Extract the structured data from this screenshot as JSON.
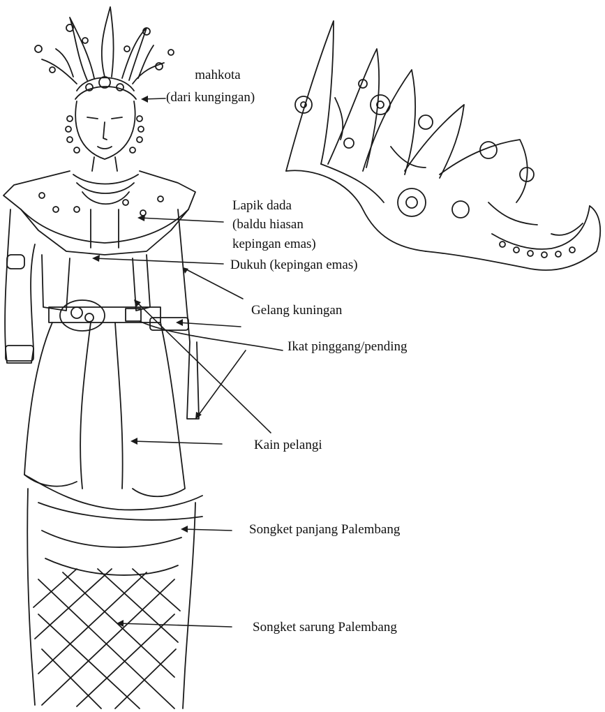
{
  "labels": {
    "mahkota": "mahkota",
    "mahkota_sub": "(dari kungingan)",
    "lapik_1": "Lapik dada",
    "lapik_2": "(baldu hiasan",
    "lapik_3": "kepingan emas)",
    "dukuh": "Dukuh (kepingan emas)",
    "gelang": "Gelang kuningan",
    "ikat": "Ikat pinggang/pending",
    "kain": "Kain pelangi",
    "songket_panjang": "Songket panjang Palembang",
    "songket_sarung": "Songket sarung Palembang"
  },
  "colors": {
    "ink": "#1a1a1a",
    "paper": "#ffffff"
  }
}
